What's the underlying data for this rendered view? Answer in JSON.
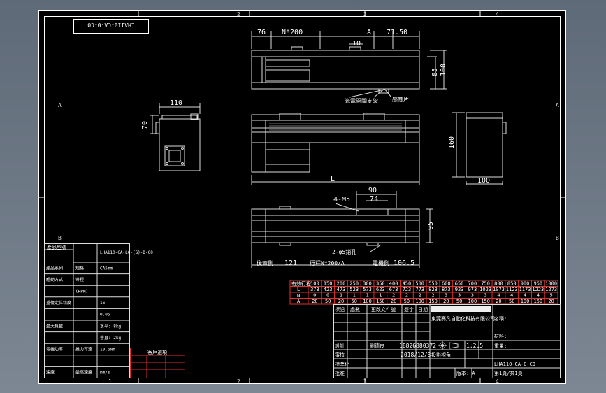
{
  "frame": {
    "top_zones": [
      "2",
      "3",
      "4"
    ],
    "bottom_zones": [
      "1",
      "2",
      "3",
      "4"
    ],
    "left_zones": [
      "A",
      "B"
    ],
    "right_zones": [
      "A",
      "B"
    ]
  },
  "title_stamp": "LHA110-CA-0-C0",
  "top_view": {
    "dims": {
      "left": "76",
      "n": "N*200",
      "a": "A",
      "right": "71.50",
      "mid": "10",
      "h1": "85",
      "h2": "100"
    },
    "callouts": [
      "光電開關支架",
      "感應片"
    ]
  },
  "end_view": {
    "width": "110",
    "height": "70"
  },
  "side_view": {
    "length": "L",
    "height": "160",
    "depth": "100"
  },
  "bottom_view": {
    "dims": {
      "w90": "90",
      "w74": "74",
      "screw": "4-M5",
      "h95": "95",
      "left121": "121",
      "right106": "106.5",
      "hole": "2-φ5銷孔"
    },
    "callouts": [
      "後蓋側",
      "行程N*200/A",
      "電機側"
    ]
  },
  "stroke_table": {
    "rows": [
      {
        "label": "有效行程",
        "values": [
          "100",
          "150",
          "200",
          "250",
          "300",
          "350",
          "400",
          "450",
          "500",
          "550",
          "600",
          "650",
          "700",
          "750",
          "800",
          "850",
          "900",
          "950",
          "1000"
        ]
      },
      {
        "label": "L",
        "values": [
          "373",
          "423",
          "473",
          "523",
          "573",
          "623",
          "673",
          "723",
          "773",
          "823",
          "873",
          "923",
          "973",
          "1023",
          "1073",
          "1123",
          "1173",
          "1223",
          "1273"
        ]
      },
      {
        "label": "N",
        "values": [
          "0",
          "0",
          "1",
          "1",
          "1",
          "1",
          "2",
          "2",
          "2",
          "2",
          "3",
          "3",
          "3",
          "3",
          "4",
          "4",
          "4",
          "4",
          "5"
        ]
      },
      {
        "label": "A",
        "values": [
          "20",
          "50",
          "20",
          "50",
          "100",
          "150",
          "20",
          "50",
          "100",
          "150",
          "20",
          "50",
          "100",
          "150",
          "20",
          "50",
          "100",
          "150",
          "20"
        ]
      }
    ]
  },
  "spec_table": {
    "header": [
      "產品型號",
      "LHA110-CA-LC-(S)-D-C0"
    ],
    "rows": [
      {
        "a": "產品系列",
        "b": "規格",
        "c": "CA5mm"
      },
      {
        "a": "驅動方式",
        "b": "導程",
        "c": ""
      },
      {
        "a": "",
        "b": "(RPM)",
        "c": ""
      },
      {
        "a": "重復定位精度",
        "b": "",
        "c": "16"
      },
      {
        "a": "",
        "b": "",
        "c": "0.05"
      },
      {
        "a": "最大負載",
        "b": "",
        "c": "水平: 8kg"
      },
      {
        "a": "",
        "b": "",
        "c": "垂直: 2kg"
      },
      {
        "a": "電機功率",
        "b": "推力可達",
        "c": "10.6Nm"
      },
      {
        "a": "",
        "b": "",
        "c": ""
      },
      {
        "a": "速度",
        "b": "最高速度",
        "c": "mm/s"
      }
    ],
    "note_header": "客戶選項",
    "note_rows": [
      "",
      "",
      "",
      ""
    ]
  },
  "title_block": {
    "left_cols": [
      "標記",
      "處數",
      "更改文件號",
      "簽字",
      "日期"
    ],
    "design_row": [
      "設計",
      "劉德良"
    ],
    "check_row": [
      "審核",
      ""
    ],
    "std_row": [
      "標準化",
      ""
    ],
    "approve_row": [
      "批准",
      ""
    ],
    "phone": "18826880372",
    "date": "2018/12/8",
    "company": "東莞賽凡自動化科技有限公司",
    "name_label": "名稱:",
    "material_label": "材料:",
    "scale": "1:2.5",
    "weight_label": "重量:",
    "dwg_no": "LHA110-CA-0-C0",
    "sheet": "第1頁/共1頁",
    "version": "版本: A",
    "proj_label": "投影視角"
  }
}
